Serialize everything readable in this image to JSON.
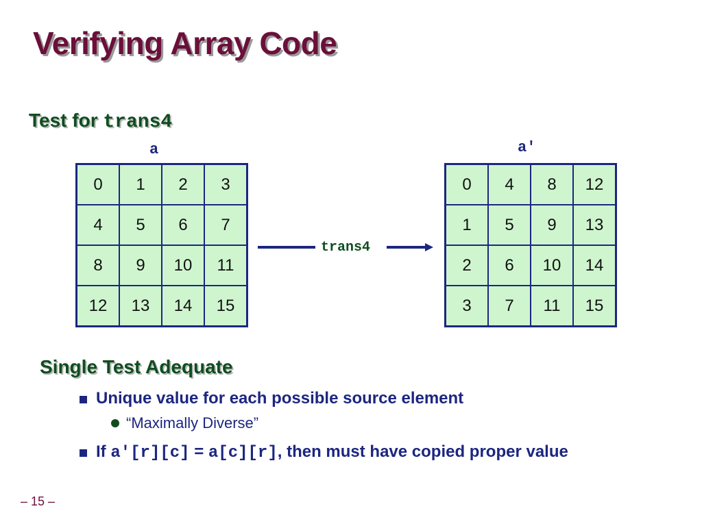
{
  "title": "Verifying Array Code",
  "test_heading": {
    "prefix": "Test for ",
    "code": "trans4"
  },
  "array_a": {
    "label": "a",
    "cells": [
      [
        "0",
        "1",
        "2",
        "3"
      ],
      [
        "4",
        "5",
        "6",
        "7"
      ],
      [
        "8",
        "9",
        "10",
        "11"
      ],
      [
        "12",
        "13",
        "14",
        "15"
      ]
    ]
  },
  "array_a_prime": {
    "label": "a′",
    "cells": [
      [
        "0",
        "4",
        "8",
        "12"
      ],
      [
        "1",
        "5",
        "9",
        "13"
      ],
      [
        "2",
        "6",
        "10",
        "14"
      ],
      [
        "3",
        "7",
        "11",
        "15"
      ]
    ]
  },
  "arrow_label": "trans4",
  "section_heading": "Single Test Adequate",
  "bullets": {
    "b1": "Unique value for each possible source element",
    "b1_sub": "“Maximally Diverse”",
    "b2_prefix": "If ",
    "b2_code_lhs": "a′[r][c]",
    "b2_eq": " = ",
    "b2_code_rhs": "a[c][r]",
    "b2_suffix": ", then must have copied proper value"
  },
  "footer": "– 15 –",
  "colors": {
    "title": "#6b0f3a",
    "heading": "#0f4d1f",
    "accent": "#1c2680",
    "cell_fill": "#cff5cf"
  }
}
